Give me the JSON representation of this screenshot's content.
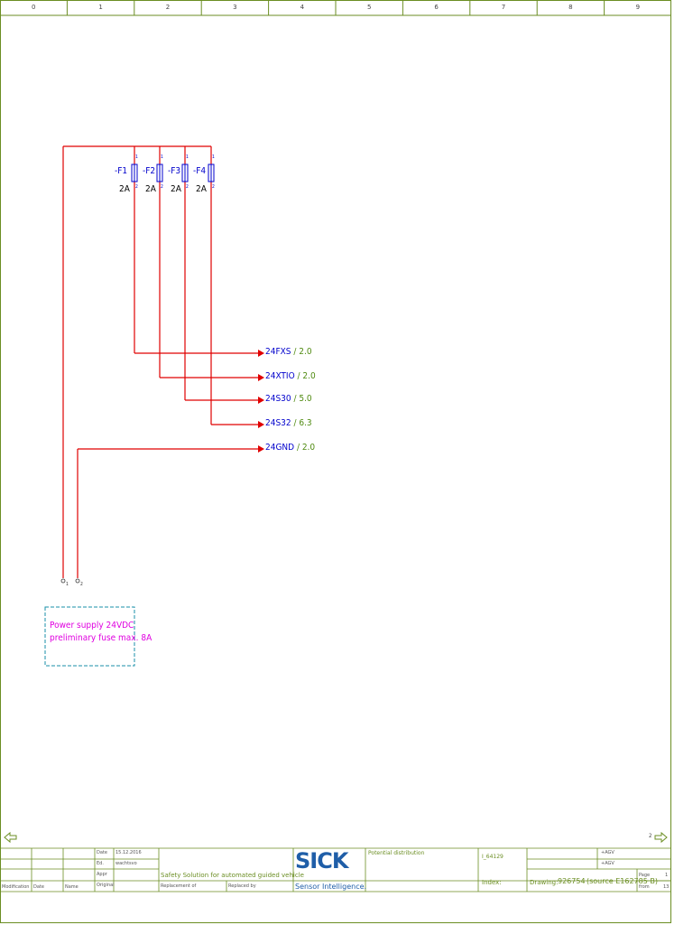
{
  "frame": {
    "columns": [
      "0",
      "1",
      "2",
      "3",
      "4",
      "5",
      "6",
      "7",
      "8",
      "9"
    ],
    "colors": {
      "frame": "#6b8e23",
      "wire": "#e00000",
      "label_blue": "#0000cc",
      "label_green": "#4f8a10",
      "note": "#e000e0",
      "dashed": "#1a8fa8"
    }
  },
  "fuses": [
    {
      "name": "-F1",
      "rating": "2A",
      "pin_top": "1",
      "pin_bottom": "2"
    },
    {
      "name": "-F2",
      "rating": "2A",
      "pin_top": "1",
      "pin_bottom": "2"
    },
    {
      "name": "-F3",
      "rating": "2A",
      "pin_top": "1",
      "pin_bottom": "2"
    },
    {
      "name": "-F4",
      "rating": "2A",
      "pin_top": "1",
      "pin_bottom": "2"
    }
  ],
  "potentials": [
    {
      "name": "24FXS",
      "ref": "/ 2.0"
    },
    {
      "name": "24XTIO",
      "ref": "/ 2.0"
    },
    {
      "name": "24S30",
      "ref": "/ 5.0"
    },
    {
      "name": "24S32",
      "ref": "/ 6.3"
    },
    {
      "name": "24GND",
      "ref": "/ 2.0"
    }
  ],
  "terminals": [
    "1",
    "2"
  ],
  "note": {
    "line1": "Power supply 24VDC",
    "line2": "preliminary fuse max. 8A"
  },
  "nav": {
    "prev_icon": "arrow-left-icon",
    "next_page": "2",
    "next_icon": "arrow-right-icon"
  },
  "titleblock": {
    "date_label": "Date",
    "date_value": "15.12.2016",
    "ed_label": "Ed.",
    "ed_value": "wachtsvo",
    "appr_label": "Appr",
    "original_label": "Original",
    "modification_label": "Modification",
    "date_col_label": "Date",
    "name_col_label": "Name",
    "project": "Safety Solution for automated guided vehicle",
    "replacement_of": "Replacement of",
    "replaced_by": "Replaced by",
    "logo_text": "SICK",
    "logo_tagline": "Sensor Intelligence.",
    "sheet_title": "Potential distribution",
    "ref_code": "I_64129",
    "agv1": "+AGV",
    "agv2": "+AGV",
    "index_label": "Index:",
    "drawing_label": "Drawing:",
    "drawing_no": "926754",
    "source": "(source E162785 B)",
    "page_label": "Page",
    "page_no": "1",
    "from_label": "from",
    "from_no": "13"
  }
}
